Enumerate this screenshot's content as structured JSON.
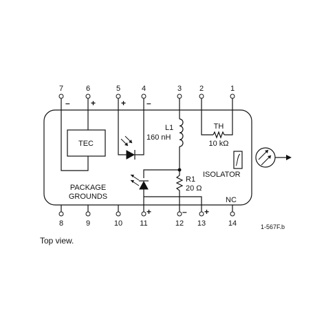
{
  "pins_top": [
    {
      "num": "7",
      "sign": "–"
    },
    {
      "num": "6",
      "sign": "+"
    },
    {
      "num": "5",
      "sign": "+"
    },
    {
      "num": "4",
      "sign": "–"
    },
    {
      "num": "3",
      "sign": ""
    },
    {
      "num": "2",
      "sign": ""
    },
    {
      "num": "1",
      "sign": ""
    }
  ],
  "pins_bottom": [
    {
      "num": "8",
      "sign": ""
    },
    {
      "num": "9",
      "sign": ""
    },
    {
      "num": "10",
      "sign": ""
    },
    {
      "num": "11",
      "sign": "+"
    },
    {
      "num": "12",
      "sign": "–"
    },
    {
      "num": "13",
      "sign": "+"
    },
    {
      "num": "14",
      "sign": ""
    }
  ],
  "components": {
    "tec": "TEC",
    "inductor_name": "L1",
    "inductor_value": "160 nH",
    "thermistor_name": "TH",
    "thermistor_value": "10 kΩ",
    "resistor_name": "R1",
    "resistor_value": "20 Ω",
    "isolator": "ISOLATOR",
    "package_line1": "PACKAGE",
    "package_line2": "GROUNDS",
    "nc": "NC"
  },
  "figure_id": "1-567F.b",
  "caption": "Top view."
}
